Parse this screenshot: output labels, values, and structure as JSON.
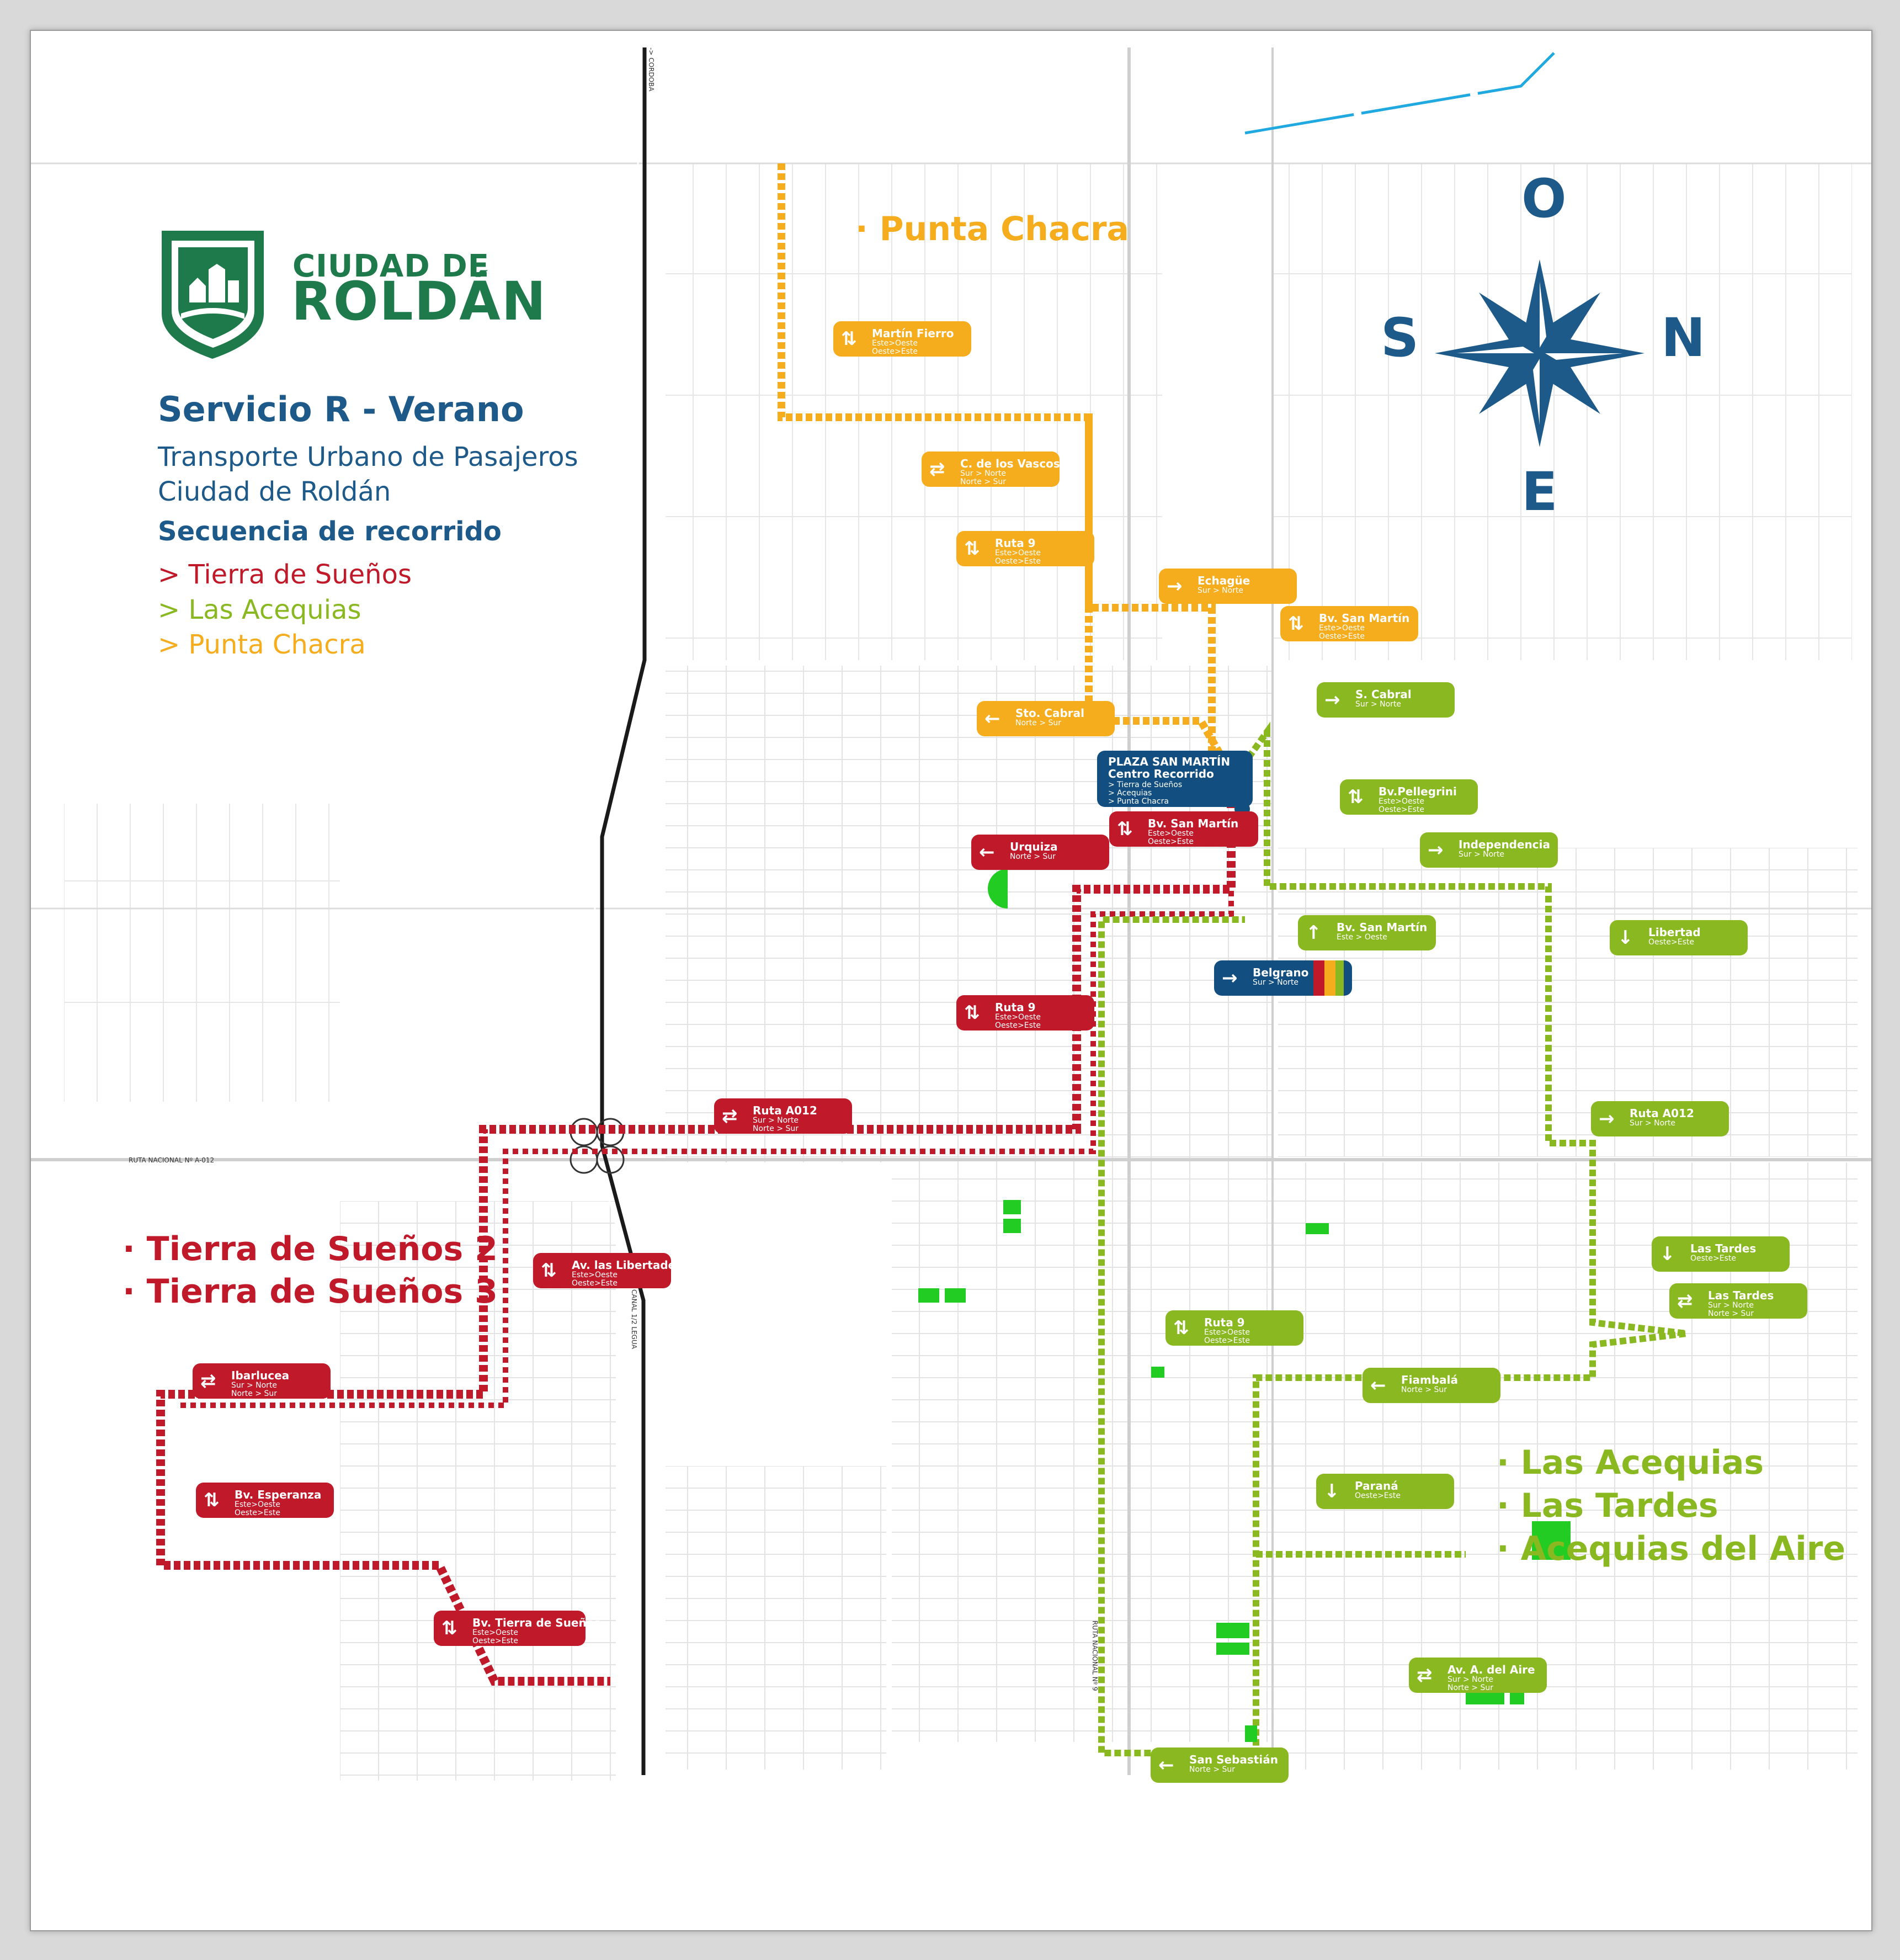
{
  "logo": {
    "line1": "CIUDAD DE",
    "line2": "ROLDÁN"
  },
  "service": {
    "title": "Servicio R - Verano",
    "subtitle1": "Transporte Urbano de Pasajeros",
    "subtitle2": "Ciudad de Roldán",
    "sequence_title": "Secuencia de recorrido",
    "sequence": [
      {
        "label": "> Tierra de Sueños",
        "color": "#c0192a"
      },
      {
        "label": "> Las Acequias",
        "color": "#8ab820"
      },
      {
        "label": "> Punta Chacra",
        "color": "#f5ac1d"
      }
    ]
  },
  "areas": {
    "punta_chacra": "· Punta Chacra",
    "tierra_2": "· Tierra de Sueños 2",
    "tierra_3": "· Tierra de Sueños 3",
    "acequias": "· Las Acequias",
    "tardes": "· Las Tardes",
    "aire": "· Acequias del Aire"
  },
  "compass": {
    "top": "O",
    "left": "S",
    "right": "N",
    "bottom": "E"
  },
  "colors": {
    "red": "#c0192a",
    "orange": "#f5ac1d",
    "green": "#8ab820",
    "blue": "#124f80",
    "brand_green": "#1e7a4a"
  },
  "plaza": {
    "line1": "PLAZA SAN MARTÍN",
    "line2": "Centro Recorrido",
    "routes": "> Tierra de Sueños\n> Acequias\n> Punta Chacra"
  },
  "road_labels": {
    "ruta_a012": "RUTA NACIONAL Nº A-012",
    "canal": "CANAL 1/2 LEGUA",
    "ruta9": "RUTA NACIONAL Nº 9",
    "cordoba": "-> CORDOBA"
  },
  "stops": [
    {
      "id": "martin-fierro",
      "color": "orange",
      "arrow": "⇅",
      "name": "Martín Fierro",
      "dir": "Este>Oeste\nOeste>Este"
    },
    {
      "id": "c-de-los-vascos",
      "color": "orange",
      "arrow": "⇄",
      "name": "C. de los Vascos",
      "dir": "Sur > Norte\nNorte > Sur"
    },
    {
      "id": "ruta9-orange",
      "color": "orange",
      "arrow": "⇅",
      "name": "Ruta 9",
      "dir": "Este>Oeste\nOeste>Este"
    },
    {
      "id": "echague",
      "color": "orange",
      "arrow": "→",
      "name": "Echagüe",
      "dir": "Sur > Norte"
    },
    {
      "id": "bv-san-martin-orange",
      "color": "orange",
      "arrow": "⇅",
      "name": "Bv. San Martín",
      "dir": "Este>Oeste\nOeste>Este"
    },
    {
      "id": "sto-cabral",
      "color": "orange",
      "arrow": "←",
      "name": "Sto. Cabral",
      "dir": "Norte > Sur"
    },
    {
      "id": "s-cabral",
      "color": "green",
      "arrow": "→",
      "name": "S. Cabral",
      "dir": "Sur > Norte"
    },
    {
      "id": "bv-pellegrini",
      "color": "green",
      "arrow": "⇅",
      "name": "Bv.Pellegrini",
      "dir": "Este>Oeste\nOeste>Este"
    },
    {
      "id": "independencia",
      "color": "green",
      "arrow": "→",
      "name": "Independencia",
      "dir": "Sur > Norte"
    },
    {
      "id": "bv-san-martin-green",
      "color": "green",
      "arrow": "↑",
      "name": "Bv. San Martín",
      "dir": "Este > Oeste"
    },
    {
      "id": "libertad",
      "color": "green",
      "arrow": "↓",
      "name": "Libertad",
      "dir": "Oeste>Este"
    },
    {
      "id": "bv-san-martin-red",
      "color": "red",
      "arrow": "⇅",
      "name": "Bv. San Martín",
      "dir": "Este>Oeste\nOeste>Este"
    },
    {
      "id": "urquiza",
      "color": "red",
      "arrow": "←",
      "name": "Urquiza",
      "dir": "Norte > Sur"
    },
    {
      "id": "belgrano",
      "color": "blue",
      "arrow": "→",
      "name": "Belgrano",
      "dir": "Sur > Norte"
    },
    {
      "id": "ruta9-red",
      "color": "red",
      "arrow": "⇅",
      "name": "Ruta 9",
      "dir": "Este>Oeste\nOeste>Este"
    },
    {
      "id": "ruta-a012-red",
      "color": "red",
      "arrow": "⇄",
      "name": "Ruta A012",
      "dir": "Sur > Norte\nNorte > Sur"
    },
    {
      "id": "ruta-a012-green",
      "color": "green",
      "arrow": "→",
      "name": "Ruta A012",
      "dir": "Sur > Norte"
    },
    {
      "id": "av-las-libertades",
      "color": "red",
      "arrow": "⇅",
      "name": "Av. las Libertades",
      "dir": "Este>Oeste\nOeste>Este"
    },
    {
      "id": "las-tardes-1",
      "color": "green",
      "arrow": "↓",
      "name": "Las Tardes",
      "dir": "Oeste>Este"
    },
    {
      "id": "las-tardes-2",
      "color": "green",
      "arrow": "⇄",
      "name": "Las Tardes",
      "dir": "Sur > Norte\nNorte > Sur"
    },
    {
      "id": "ruta9-green",
      "color": "green",
      "arrow": "⇅",
      "name": "Ruta 9",
      "dir": "Este>Oeste\nOeste>Este"
    },
    {
      "id": "ibarlucea",
      "color": "red",
      "arrow": "⇄",
      "name": "Ibarlucea",
      "dir": "Sur > Norte\nNorte > Sur"
    },
    {
      "id": "fiambala",
      "color": "green",
      "arrow": "←",
      "name": "Fiambalá",
      "dir": "Norte > Sur"
    },
    {
      "id": "bv-esperanza",
      "color": "red",
      "arrow": "⇅",
      "name": "Bv. Esperanza",
      "dir": "Este>Oeste\nOeste>Este"
    },
    {
      "id": "parana",
      "color": "green",
      "arrow": "↓",
      "name": "Paraná",
      "dir": "Oeste>Este"
    },
    {
      "id": "bv-tierra-de-suenos",
      "color": "red",
      "arrow": "⇅",
      "name": "Bv. Tierra de Sueños",
      "dir": "Este>Oeste\nOeste>Este"
    },
    {
      "id": "av-a-del-aire",
      "color": "green",
      "arrow": "⇄",
      "name": "Av. A. del Aire",
      "dir": "Sur > Norte\nNorte > Sur"
    },
    {
      "id": "san-sebastian",
      "color": "green",
      "arrow": "←",
      "name": "San Sebastián",
      "dir": "Norte > Sur"
    }
  ]
}
